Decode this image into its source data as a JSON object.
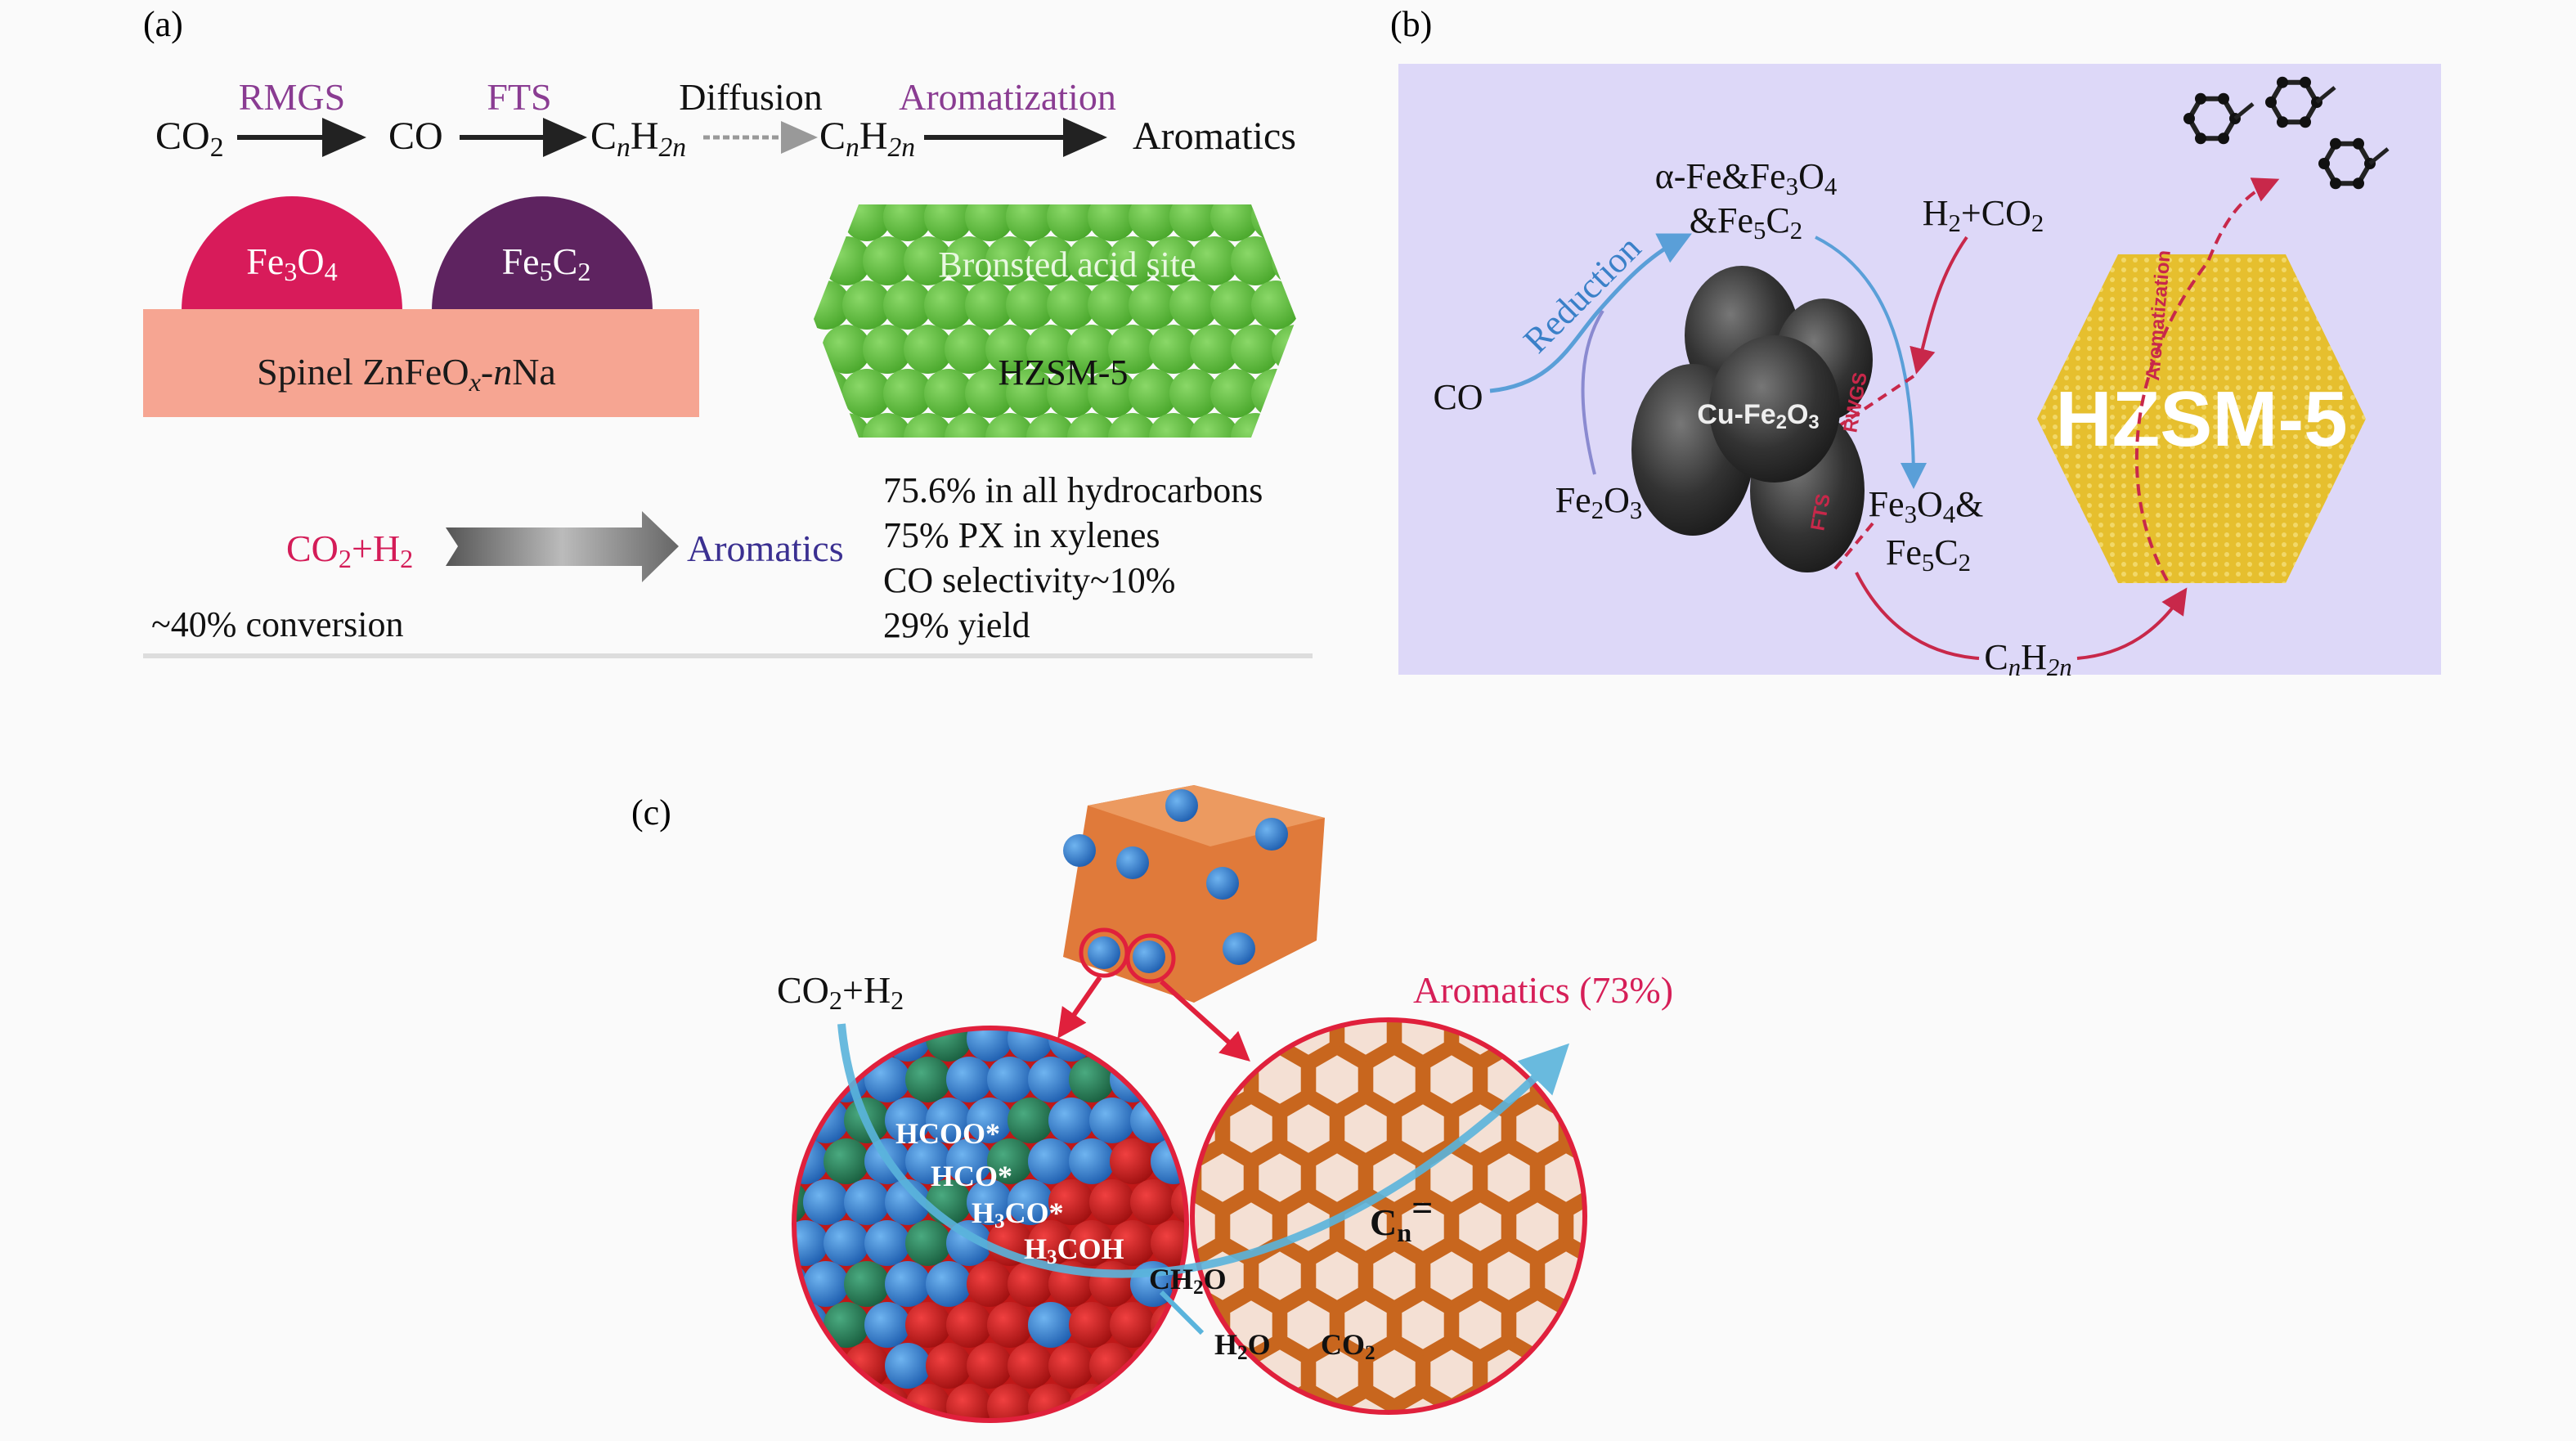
{
  "panel_a": {
    "label": "(a)",
    "steps": {
      "rmgs": "RMGS",
      "fts": "FTS",
      "diffusion": "Diffusion",
      "aromatization": "Aromatization"
    },
    "chain": {
      "co2": [
        "CO",
        "2"
      ],
      "co": "CO",
      "cnh2n": [
        "C",
        "n",
        "H",
        "2n"
      ],
      "aromatics": "Aromatics"
    },
    "fe3o4": [
      "Fe",
      "3",
      "O",
      "4"
    ],
    "fe5c2": [
      "Fe",
      "5",
      "C",
      "2"
    ],
    "support": [
      "Spinel ZnFeO",
      "x",
      "-",
      "n",
      "Na"
    ],
    "zeolite_site": "Bronsted acid site",
    "zeolite": "HZSM-5",
    "feed": [
      "CO",
      "2",
      "+H",
      "2"
    ],
    "product": "Aromatics",
    "conversion": "~40% conversion",
    "stats": [
      "75.6% in all hydrocarbons",
      "75% PX in xylenes",
      "CO selectivity~10%",
      "29% yield"
    ],
    "colors": {
      "fe3o4": "#d81b5a",
      "fe5c2": "#5e2360",
      "support": "#f6a592",
      "zeolite": "#5bbf3c",
      "feed": "#d41c58",
      "product": "#3b3091",
      "step": "#8a3c92"
    }
  },
  "panel_b": {
    "label": "(b)",
    "co": "CO",
    "reduction": "Reduction",
    "alpha_fe": [
      "α-Fe&Fe",
      "3",
      "O",
      "4"
    ],
    "fe5c2_top": [
      "&Fe",
      "5",
      "C",
      "2"
    ],
    "h2co2": [
      "H",
      "2",
      "+CO",
      "2"
    ],
    "catalyst": [
      "Cu-Fe",
      "2",
      "O",
      "3"
    ],
    "rwgs": "RWGS",
    "fts": "FTS",
    "fe2o3": [
      "Fe",
      "2",
      "O",
      "3"
    ],
    "fe3o4_and": [
      "Fe",
      "3",
      "O",
      "4",
      "&"
    ],
    "fe5c2": [
      "Fe",
      "5",
      "C",
      "2"
    ],
    "cnh2n": [
      "C",
      "n",
      "H",
      "2n"
    ],
    "zeolite": "HZSM-5",
    "aromatization": "Aromatization",
    "colors": {
      "background": "#ddd8f8",
      "zeolite": "#e6bf2e",
      "arrow_blue": "#5a9fd8",
      "arrow_red": "#c8284a"
    }
  },
  "panel_c": {
    "label": "(c)",
    "feed": [
      "CO",
      "2",
      "+H",
      "2"
    ],
    "product": "Aromatics (73%)",
    "intermediates": {
      "hcoo": "HCOO*",
      "hco": "HCO*",
      "h3co": [
        "H",
        "3",
        "CO*"
      ],
      "h3coh": [
        "H",
        "3",
        "COH"
      ],
      "ch2o": [
        "CH",
        "2",
        "O"
      ],
      "h2o": [
        "H",
        "2",
        "O"
      ],
      "co2": [
        "CO",
        "2"
      ],
      "cn": [
        "C",
        "n",
        "="
      ]
    },
    "colors": {
      "product": "#d61f58",
      "arrow": "#5ab4dc",
      "crystal": "#e07a3a",
      "framework": "#c8661e"
    }
  }
}
